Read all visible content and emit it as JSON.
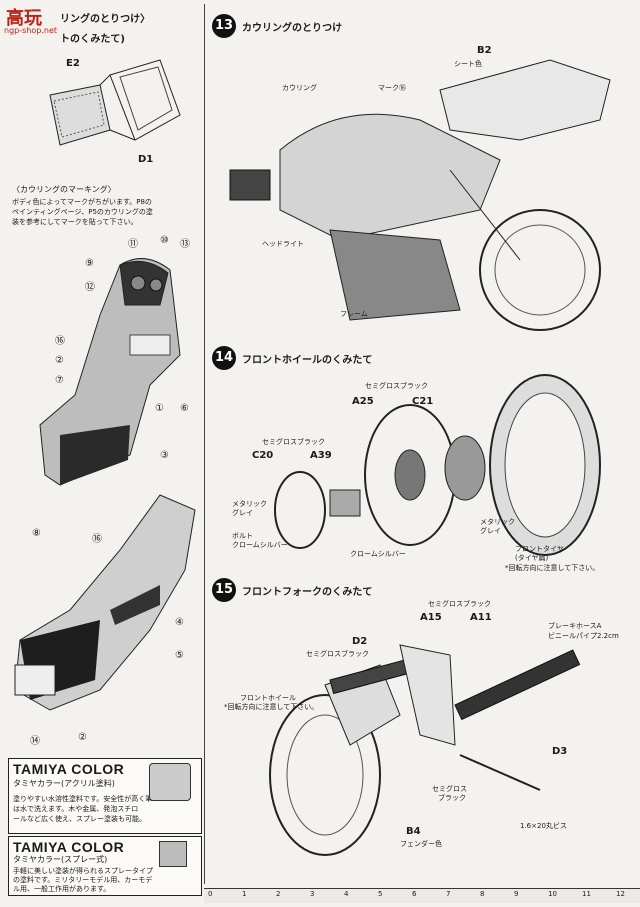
{
  "watermark": {
    "logo": "高玩",
    "url": "ngp-shop.net"
  },
  "left": {
    "top_title": "リングのとりつけ〉",
    "top_subtitle": "トのくみたて)",
    "parts": {
      "e2": "E2",
      "d1": "D1"
    },
    "marking": {
      "title": "〈カウリングのマーキング〉",
      "body": [
        "ボディ色によってマークがちがいます。P8の",
        "ペインティングページ、P5のカウリングの塗",
        "装を参考にしてマークを貼って下さい。"
      ]
    },
    "callouts_a": [
      "⑪",
      "⑩",
      "⑬",
      "⑨",
      "⑫",
      "⑯",
      "②",
      "⑦",
      "①",
      "⑥",
      "③",
      "⑧"
    ],
    "callouts_b": [
      "⑯",
      "④",
      "⑤",
      "⑭",
      "②"
    ],
    "tamiya1": {
      "brand": "TAMIYA COLOR",
      "sub": "タミヤカラー(アクリル塗料)",
      "body": [
        "塗りやすい水溶性塗料です。安全性が高く筆",
        "は水で洗えます。木や金属、発泡スチロ",
        "ールなど広く使え、スプレー塗装も可能。"
      ]
    },
    "tamiya2": {
      "brand": "TAMIYA COLOR",
      "sub": "タミヤカラー(スプレー式)",
      "body": [
        "手軽に美しい塗装が得られるスプレータイプ",
        "の塗料です。ミリタリーモデル用、カーモデ",
        "ル用、一般工作用があります。"
      ]
    }
  },
  "step13": {
    "num": "13",
    "title": "カウリングのとりつけ",
    "labels": {
      "b2": "B2",
      "seat": "シート色",
      "cowl": "カウリング",
      "mark": "マーク⑯",
      "head": "ヘッドライト",
      "frame": "フレーム"
    }
  },
  "step14": {
    "num": "14",
    "title": "フロントホイールのくみたて",
    "labels": {
      "sgb1": "セミグロスブラック",
      "a25": "A25",
      "c21": "C21",
      "sgb2": "セミグロスブラック",
      "c20": "C20",
      "a39": "A39",
      "metal1": "メタリック",
      "grey1": "グレイ",
      "bolt": "ボルト",
      "chrome1": "クロームシルバー",
      "chrome2": "クロームシルバー",
      "metal2": "メタリック",
      "grey2": "グレイ",
      "tire": "フロントタイヤ",
      "tire2": "(タイヤ扁)",
      "note": "*回転方向に注意して下さい。"
    }
  },
  "step15": {
    "num": "15",
    "title": "フロントフォークのくみたて",
    "labels": {
      "sgb": "セミグロスブラック",
      "a15": "A15",
      "a11": "A11",
      "d2": "D2",
      "sgb2": "セミグロスブラック",
      "brake": "ブレーキホースA",
      "vinyl": "ビニールパイプ2.2cm",
      "front": "フロントホイール",
      "note": "*回転方向に注意して下さい。",
      "d3": "D3",
      "sg": "セミグロス",
      "black": "ブラック",
      "b4": "B4",
      "fender": "フェンダー色",
      "screw": "1.6×20丸ビス"
    }
  },
  "ruler": {
    "ticks": [
      "0",
      "1",
      "2",
      "3",
      "4",
      "5",
      "6",
      "7",
      "8",
      "9",
      "10",
      "11",
      "12"
    ]
  }
}
